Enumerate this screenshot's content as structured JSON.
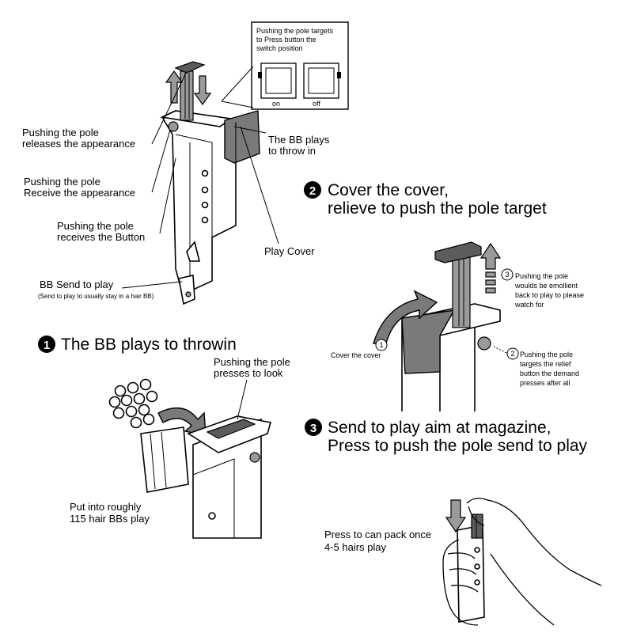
{
  "top": {
    "switch_caption": [
      "Pushing the pole targets",
      "to Press button the",
      "switch position"
    ],
    "switch_on": "on",
    "switch_off": "off",
    "release_label": [
      "Pushing the pole",
      "releases the appearance"
    ],
    "receive_label": [
      "Pushing the pole",
      "Receive the appearance"
    ],
    "button_label": [
      "Pushing the pole",
      "receives the Button"
    ],
    "throw_in_label": [
      "The BB plays",
      "to throw in"
    ],
    "play_cover_label": "Play Cover",
    "send_label": "BB Send to play",
    "send_note": "(Send to play to usually stay in a hair BB)"
  },
  "step1": {
    "number": "1",
    "heading": "The BB plays to throwin",
    "press_label": [
      "Pushing the pole",
      "presses to look"
    ],
    "capacity_label": [
      "Put into roughly",
      "115 hair BBs play"
    ]
  },
  "step2": {
    "number": "2",
    "heading": [
      "Cover the cover,",
      "relieve to push the pole target"
    ],
    "cover_num": "1",
    "cover_label": "Cover the cover",
    "relief_num": "2",
    "relief_label": [
      "Pushing the pole",
      "targets the relief",
      "button the demand",
      "presses after all"
    ],
    "back_num": "3",
    "back_label": [
      "Pushing the pole",
      "woulds be emollient",
      "back to play to please",
      "watch for"
    ]
  },
  "step3": {
    "number": "3",
    "heading": [
      "Send to play aim at magazine,",
      "Press to push the pole send to play"
    ],
    "pack_label": [
      "Press to can pack once",
      "4-5 hairs play"
    ]
  }
}
